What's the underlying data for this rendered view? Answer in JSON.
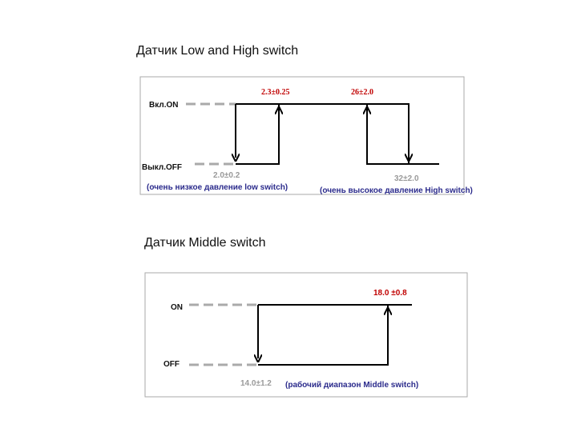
{
  "diagram1": {
    "title": "Датчик Low and High switch",
    "on_label": "Вкл.ON",
    "off_label": "Выкл.OFF",
    "low_on_value": "2.3±0.25",
    "high_on_value": "26±2.0",
    "low_off_value": "2.0±0.2",
    "high_off_value": "32±2.0",
    "low_note": "(очень низкое давление low switch)",
    "high_note": "(очень высокое давление High switch)"
  },
  "diagram2": {
    "title": "Датчик Middle switch",
    "on_label": "ON",
    "off_label": "OFF",
    "on_value": "18.0 ±0.8",
    "off_value": "14.0±1.2",
    "note": "(рабочий диапазон Middle switch)"
  },
  "colors": {
    "value_red": "#c00000",
    "value_gray": "#9a9a9a",
    "note_blue": "#2b2b8c",
    "dash_gray": "#aaaaaa"
  }
}
